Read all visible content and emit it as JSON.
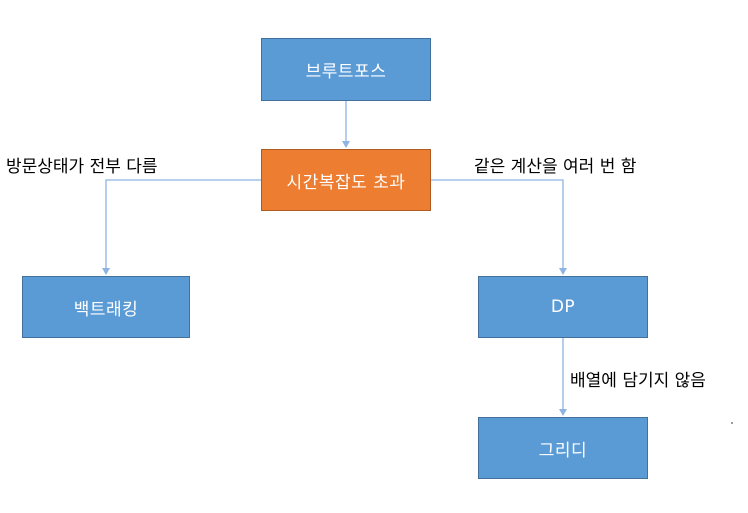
{
  "diagram": {
    "nodes": {
      "brute_force": "브루트포스",
      "time_exceeded": "시간복잡도 초과",
      "backtracking": "백트래킹",
      "dp": "DP",
      "greedy": "그리디"
    },
    "edge_labels": {
      "visit_state_differs": "방문상태가 전부 다름",
      "same_calculation_repeated": "같은 계산을 여러 번 함",
      "not_stored_in_array": "배열에 담기지 않음"
    },
    "colors": {
      "node_fill": "#5b9bd5",
      "node_border": "#41719c",
      "highlight_fill": "#ed7d31",
      "highlight_border": "#ae5a21",
      "connector": "#8eb4e3"
    }
  }
}
